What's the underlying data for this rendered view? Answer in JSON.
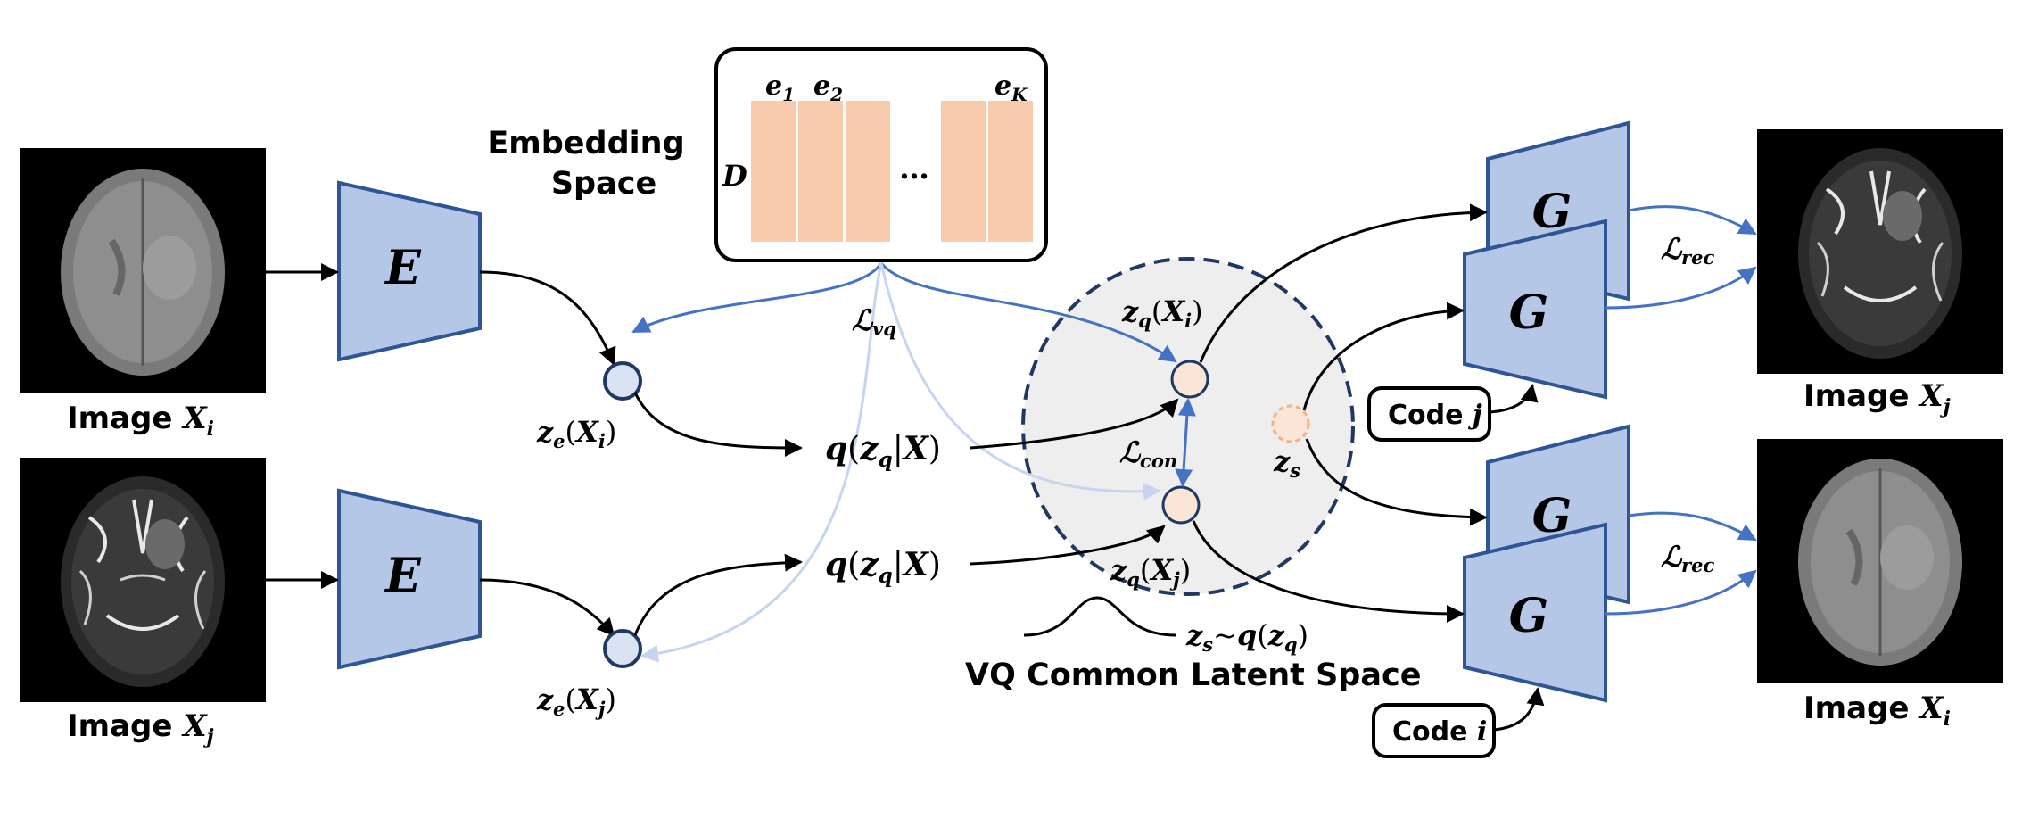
{
  "embedding": {
    "title_line1": "Embedding",
    "title_line2": "Space",
    "dim_label": "D",
    "e1": "e",
    "e1_sub": "1",
    "e2": "e",
    "e2_sub": "2",
    "ellipsis": "…",
    "eK": "e",
    "eK_sub": "K"
  },
  "inputs": {
    "top_label": "Image ",
    "top_var": "X",
    "top_sub": "i",
    "bottom_label": "Image ",
    "bottom_var": "X",
    "bottom_sub": "j"
  },
  "outputs": {
    "top_label": "Image ",
    "top_var": "X",
    "top_sub": "j",
    "bottom_label": "Image ",
    "bottom_var": "X",
    "bottom_sub": "i"
  },
  "encoder": {
    "label": "E"
  },
  "generator": {
    "label": "G"
  },
  "nodes": {
    "ze_top": {
      "z": "z",
      "sub": "e",
      "arg": "X",
      "arg_sub": "i"
    },
    "ze_bottom": {
      "z": "z",
      "sub": "e",
      "arg": "X",
      "arg_sub": "j"
    },
    "zq_top": {
      "z": "z",
      "sub": "q",
      "arg": "X",
      "arg_sub": "i"
    },
    "zq_bottom": {
      "z": "z",
      "sub": "q",
      "arg": "X",
      "arg_sub": "j"
    },
    "zs": {
      "z": "z",
      "sub": "s"
    }
  },
  "posterior": {
    "q": "q",
    "z": "z",
    "sub": "q",
    "bar": "|",
    "X": "X"
  },
  "losses": {
    "vq": {
      "L": "ℒ",
      "sub": "vq"
    },
    "con": {
      "L": "ℒ",
      "sub": "con"
    },
    "rec_top": {
      "L": "ℒ",
      "sub": "rec"
    },
    "rec_bottom": {
      "L": "ℒ",
      "sub": "rec"
    }
  },
  "prior": {
    "z": "z",
    "sub": "s",
    "tilde": "~",
    "q": "q",
    "zq": "z",
    "zq_sub": "q"
  },
  "latent_space": {
    "label": "VQ Common Latent Space"
  },
  "codes": {
    "j": {
      "label": "Code ",
      "var": "j"
    },
    "i": {
      "label": "Code ",
      "var": "i"
    }
  },
  "colors": {
    "block_fill": "#b4c7e7",
    "block_stroke": "#2f5597",
    "embed_fill": "#f8cbad",
    "node_fill": "#fbe5d6",
    "node_blue": "#dae3f3",
    "latent_fill": "#eeeeee",
    "blue_arrow": "#4472c4",
    "light_arrow": "#c5d5ee"
  }
}
